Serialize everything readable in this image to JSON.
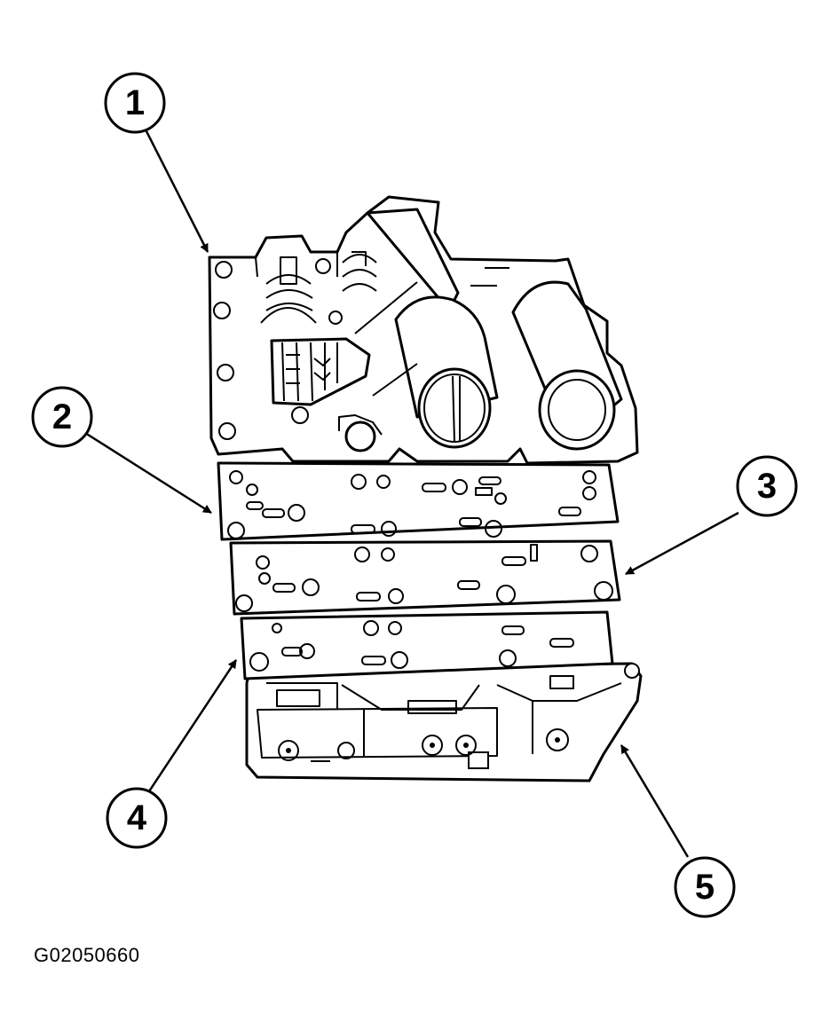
{
  "callouts": [
    {
      "id": "1",
      "label": "1"
    },
    {
      "id": "2",
      "label": "2"
    },
    {
      "id": "3",
      "label": "3"
    },
    {
      "id": "4",
      "label": "4"
    },
    {
      "id": "5",
      "label": "5"
    }
  ],
  "figure_id": "G02050660",
  "colors": {
    "line": "#000000",
    "background": "#ffffff"
  }
}
